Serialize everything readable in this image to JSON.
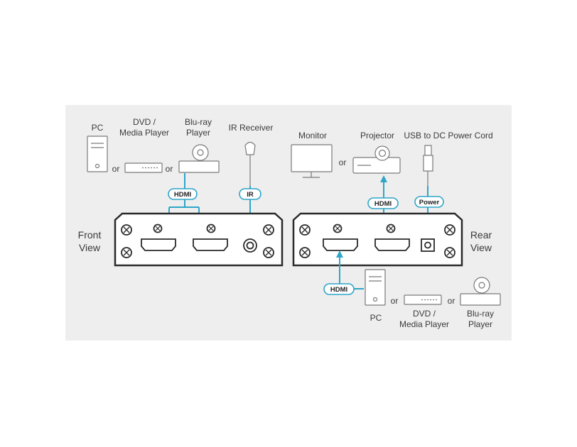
{
  "front": {
    "view_label_line1": "Front",
    "view_label_line2": "View",
    "sources": [
      {
        "name": "PC",
        "icon": "pc-tower-icon"
      },
      {
        "name_line1": "DVD /",
        "name_line2": "Media Player",
        "icon": "media-player-icon"
      },
      {
        "name_line1": "Blu-ray",
        "name_line2": "Player",
        "icon": "bluray-player-icon"
      }
    ],
    "ir_receiver": "IR Receiver",
    "or_text": "or",
    "hdmi_tag": "HDMI",
    "ir_tag": "IR"
  },
  "rear": {
    "view_label_line1": "Rear",
    "view_label_line2": "View",
    "displays": [
      {
        "name": "Monitor",
        "icon": "monitor-icon"
      },
      {
        "name": "Projector",
        "icon": "projector-icon"
      }
    ],
    "power_cord": "USB to DC Power Cord",
    "or_text": "or",
    "hdmi_out_tag": "HDMI",
    "power_tag": "Power",
    "hdmi_in_tag": "HDMI",
    "sources": [
      {
        "name": "PC",
        "icon": "pc-tower-icon"
      },
      {
        "name_line1": "DVD /",
        "name_line2": "Media Player",
        "icon": "media-player-icon"
      },
      {
        "name_line1": "Blu-ray",
        "name_line2": "Player",
        "icon": "bluray-player-icon"
      }
    ]
  },
  "colors": {
    "background": "#eeeeee",
    "connection": "#2fa6c8",
    "device_outline": "#2a2a2a"
  }
}
